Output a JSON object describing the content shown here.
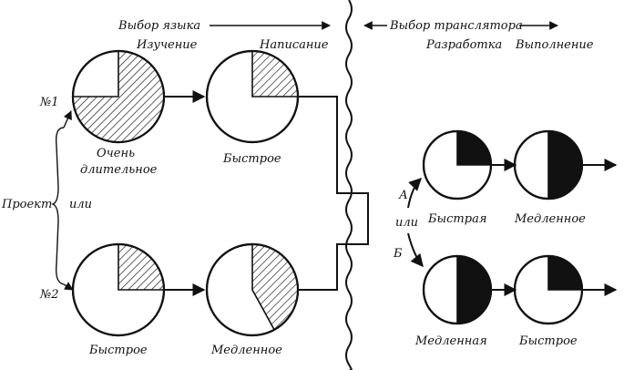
{
  "header": {
    "language_choice": "Выбор языка",
    "translator_choice": "Выбор транслятора"
  },
  "columns": {
    "study": "Изучение",
    "writing": "Написание",
    "development": "Разработка",
    "execution": "Выполнение"
  },
  "left": {
    "project": "Проект",
    "or": "или",
    "n1": "№1",
    "n2": "№2"
  },
  "language_row_1": {
    "study_label_line1": "Очень",
    "study_label_line2": "длительное",
    "study_share": 0.75,
    "writing_label": "Быстрое",
    "writing_share": 0.25
  },
  "language_row_2": {
    "study_label": "Быстрое",
    "study_share": 0.25,
    "writing_label": "Медленное",
    "writing_share": 0.42
  },
  "translator": {
    "or": "или",
    "option_a": "А",
    "option_b": "Б",
    "a_development_label": "Быстрая",
    "a_development_share": 0.25,
    "a_execution_label": "Медленное",
    "a_execution_share": 0.5,
    "b_development_label": "Медленная",
    "b_development_share": 0.5,
    "b_execution_label": "Быстрое",
    "b_execution_share": 0.25
  },
  "colors": {
    "ink": "#111111",
    "paper": "#ffffff"
  }
}
